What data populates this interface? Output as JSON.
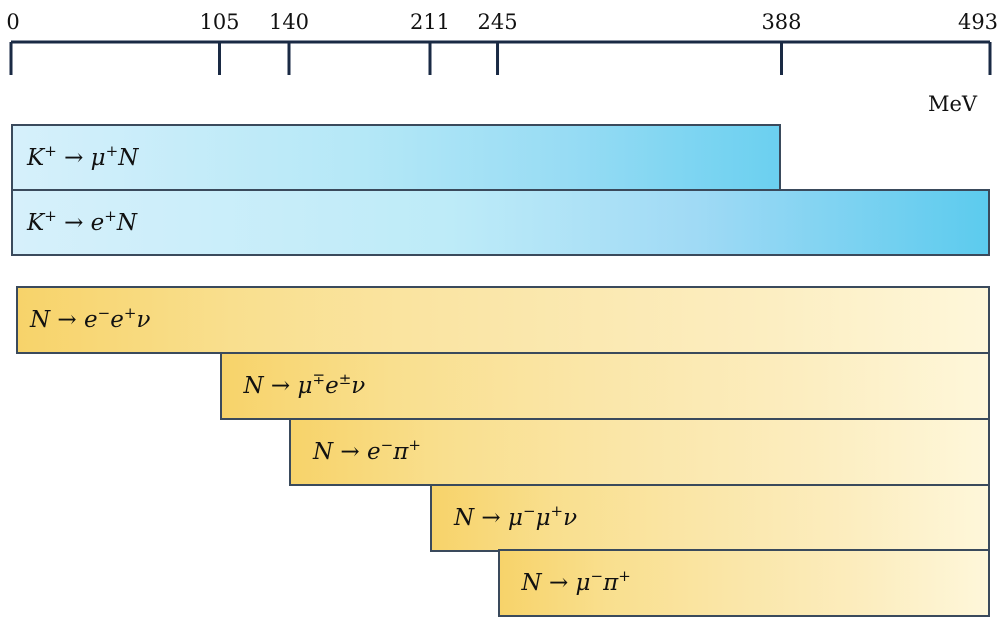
{
  "axis": {
    "unit": "MeV",
    "ticks": [
      {
        "value": 0,
        "label": "0"
      },
      {
        "value": 105,
        "label": "105"
      },
      {
        "value": 140,
        "label": "140"
      },
      {
        "value": 211,
        "label": "211"
      },
      {
        "value": 245,
        "label": "245"
      },
      {
        "value": 388,
        "label": "388"
      },
      {
        "value": 493,
        "label": "493"
      }
    ],
    "range": [
      0,
      493
    ]
  },
  "production": [
    {
      "id": "k-mu",
      "parent": "K",
      "parent_charge": "+",
      "lepton": "μ",
      "lepton_charge": "+",
      "daughter": "N",
      "start": 0,
      "end": 388
    },
    {
      "id": "k-e",
      "parent": "K",
      "parent_charge": "+",
      "lepton": "e",
      "lepton_charge": "+",
      "daughter": "N",
      "start": 0,
      "end": 493
    }
  ],
  "decays": [
    {
      "id": "ee-nu",
      "parts": [
        "N",
        " → ",
        "e",
        "−",
        "e",
        "+",
        "ν"
      ],
      "start": 0,
      "end": 493
    },
    {
      "id": "mu-e-nu",
      "parts": [
        "N",
        " → ",
        "μ",
        "∓",
        "e",
        "±",
        "ν"
      ],
      "start": 105,
      "end": 493
    },
    {
      "id": "e-pi",
      "parts": [
        "N",
        " → ",
        "e",
        "−",
        "π",
        "+",
        ""
      ],
      "start": 140,
      "end": 493
    },
    {
      "id": "mu-mu-nu",
      "parts": [
        "N",
        " → ",
        "μ",
        "−",
        "μ",
        "+",
        "ν"
      ],
      "start": 211,
      "end": 493
    },
    {
      "id": "mu-pi",
      "parts": [
        "N",
        " → ",
        "μ",
        "−",
        "π",
        "+",
        ""
      ],
      "start": 245,
      "end": 493
    }
  ],
  "colors": {
    "axis": "#1a2a44",
    "border": "#3a4a5c",
    "production_fill": "#98dcf4",
    "decay_fill": "#f9df8e"
  }
}
